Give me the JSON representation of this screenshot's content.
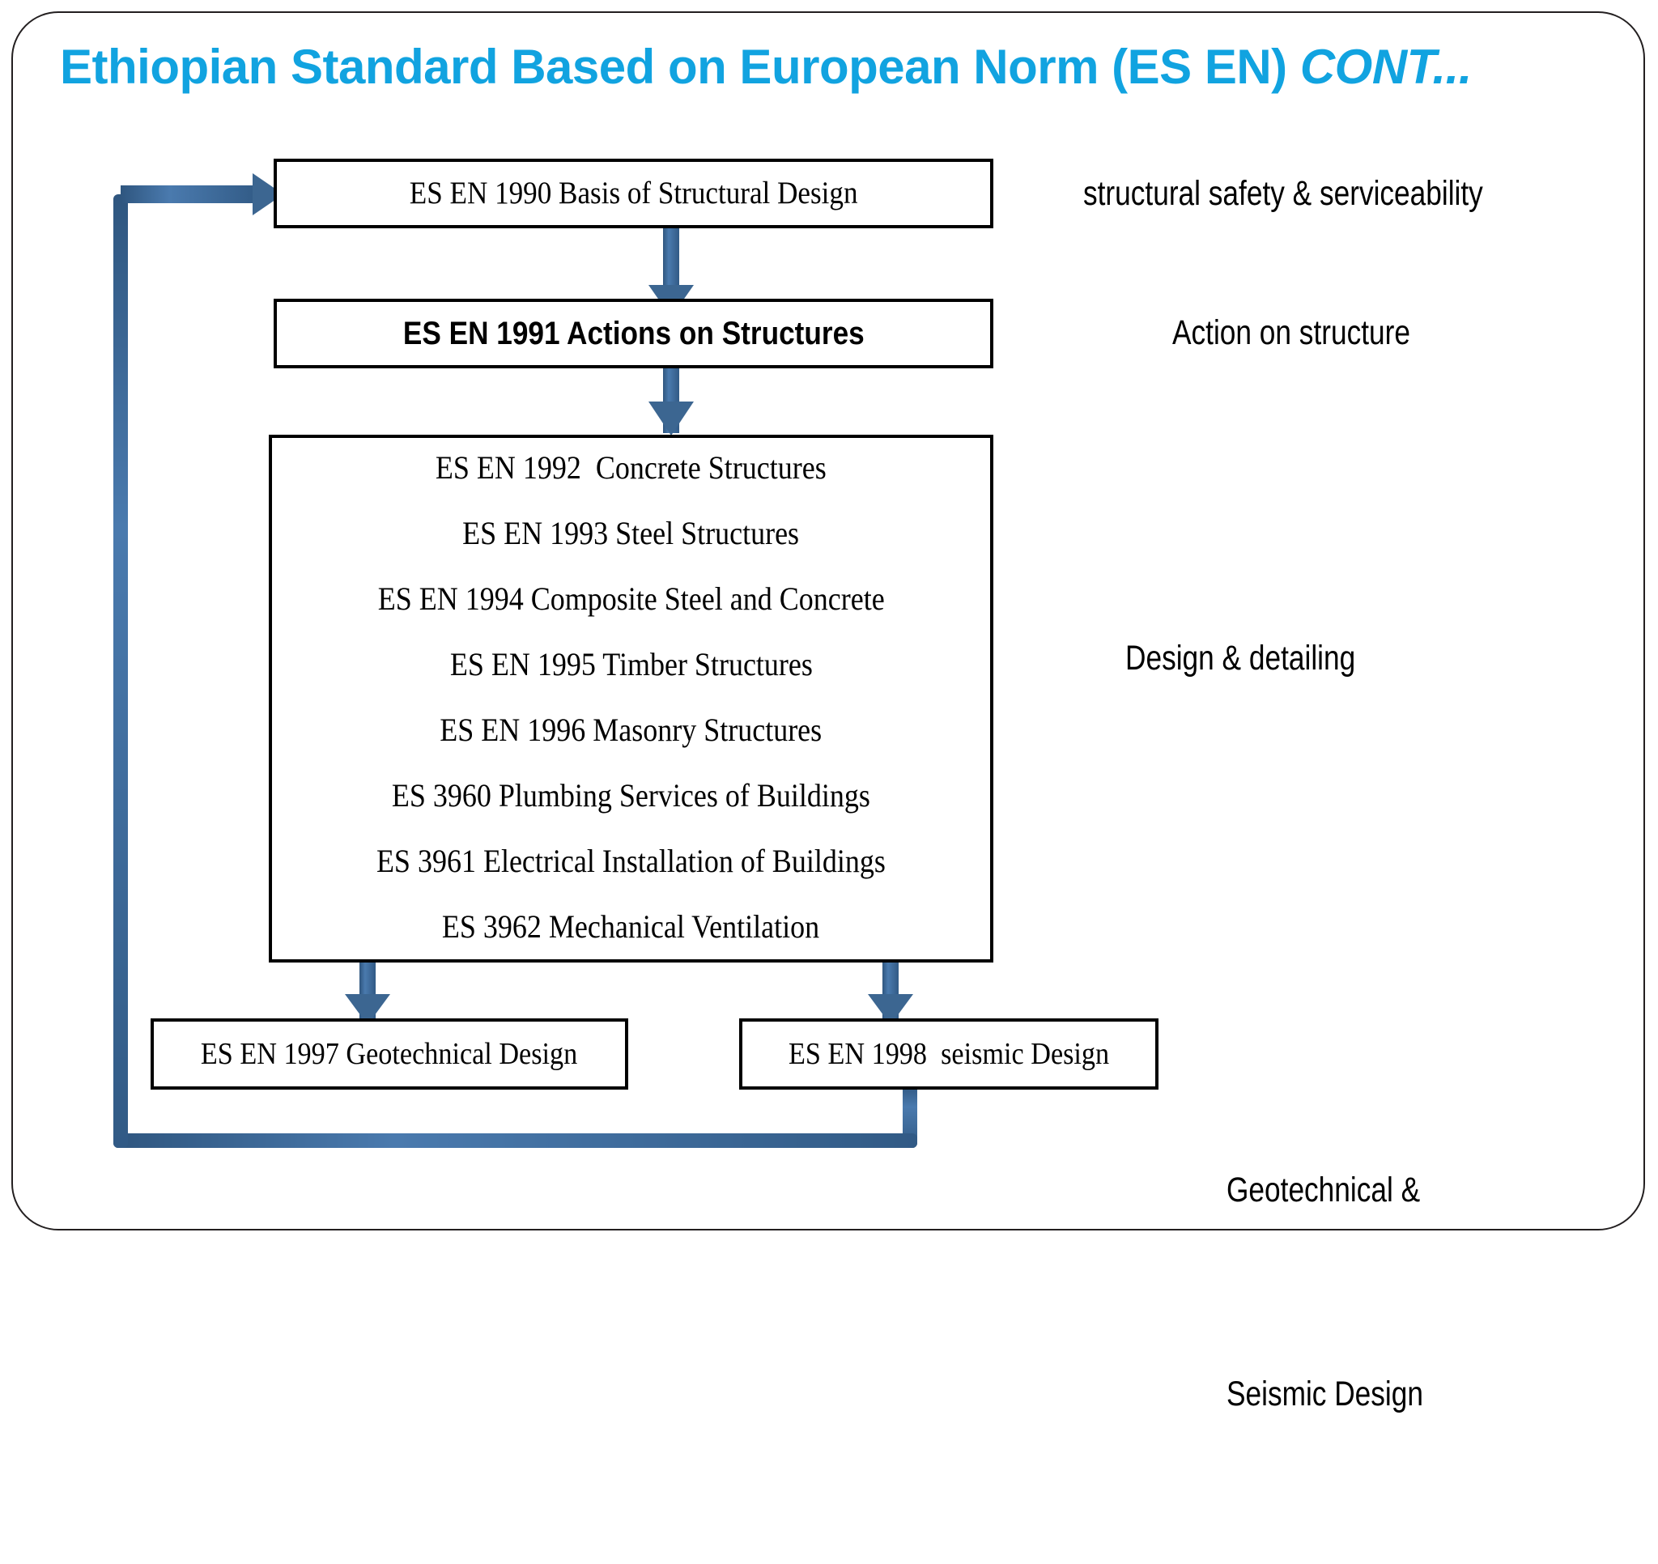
{
  "slide": {
    "title_main": "Ethiopian Standard Based on European Norm (ES EN) ",
    "title_cont": "CONT...",
    "title_color": "#11A3E0",
    "connector_color": "#3C6691",
    "box_border_color": "#000000",
    "background": "#ffffff"
  },
  "flowchart": {
    "box_1990": {
      "label": "ES EN 1990 Basis of Structural Design"
    },
    "box_1991": {
      "label": "ES EN 1991 Actions on Structures"
    },
    "box_design": {
      "lines": [
        "ES EN 1992  Concrete Structures",
        "ES EN 1993 Steel Structures",
        "ES EN 1994 Composite Steel and Concrete",
        "ES EN 1995 Timber Structures",
        "ES EN 1996 Masonry Structures",
        "ES 3960 Plumbing Services of Buildings",
        "ES 3961 Electrical Installation of Buildings",
        "ES 3962 Mechanical Ventilation"
      ]
    },
    "box_1997": {
      "label": "ES EN 1997 Geotechnical Design"
    },
    "box_1998": {
      "label": "ES EN 1998  seismic Design"
    }
  },
  "side_labels": {
    "safety": "structural safety & serviceability",
    "action": "Action on structure",
    "design": "Design & detailing",
    "geoseismic_line1": "Geotechnical &",
    "geoseismic_line2": "Seismic Design"
  },
  "connectors": {
    "arrow_1990_to_1991": "down-arrow",
    "arrow_1991_to_design": "down-arrow",
    "arrow_design_to_1997": "down-arrow",
    "arrow_design_to_1998": "down-arrow",
    "feedback_1998_to_1990": "elbow-feedback-arrow"
  }
}
